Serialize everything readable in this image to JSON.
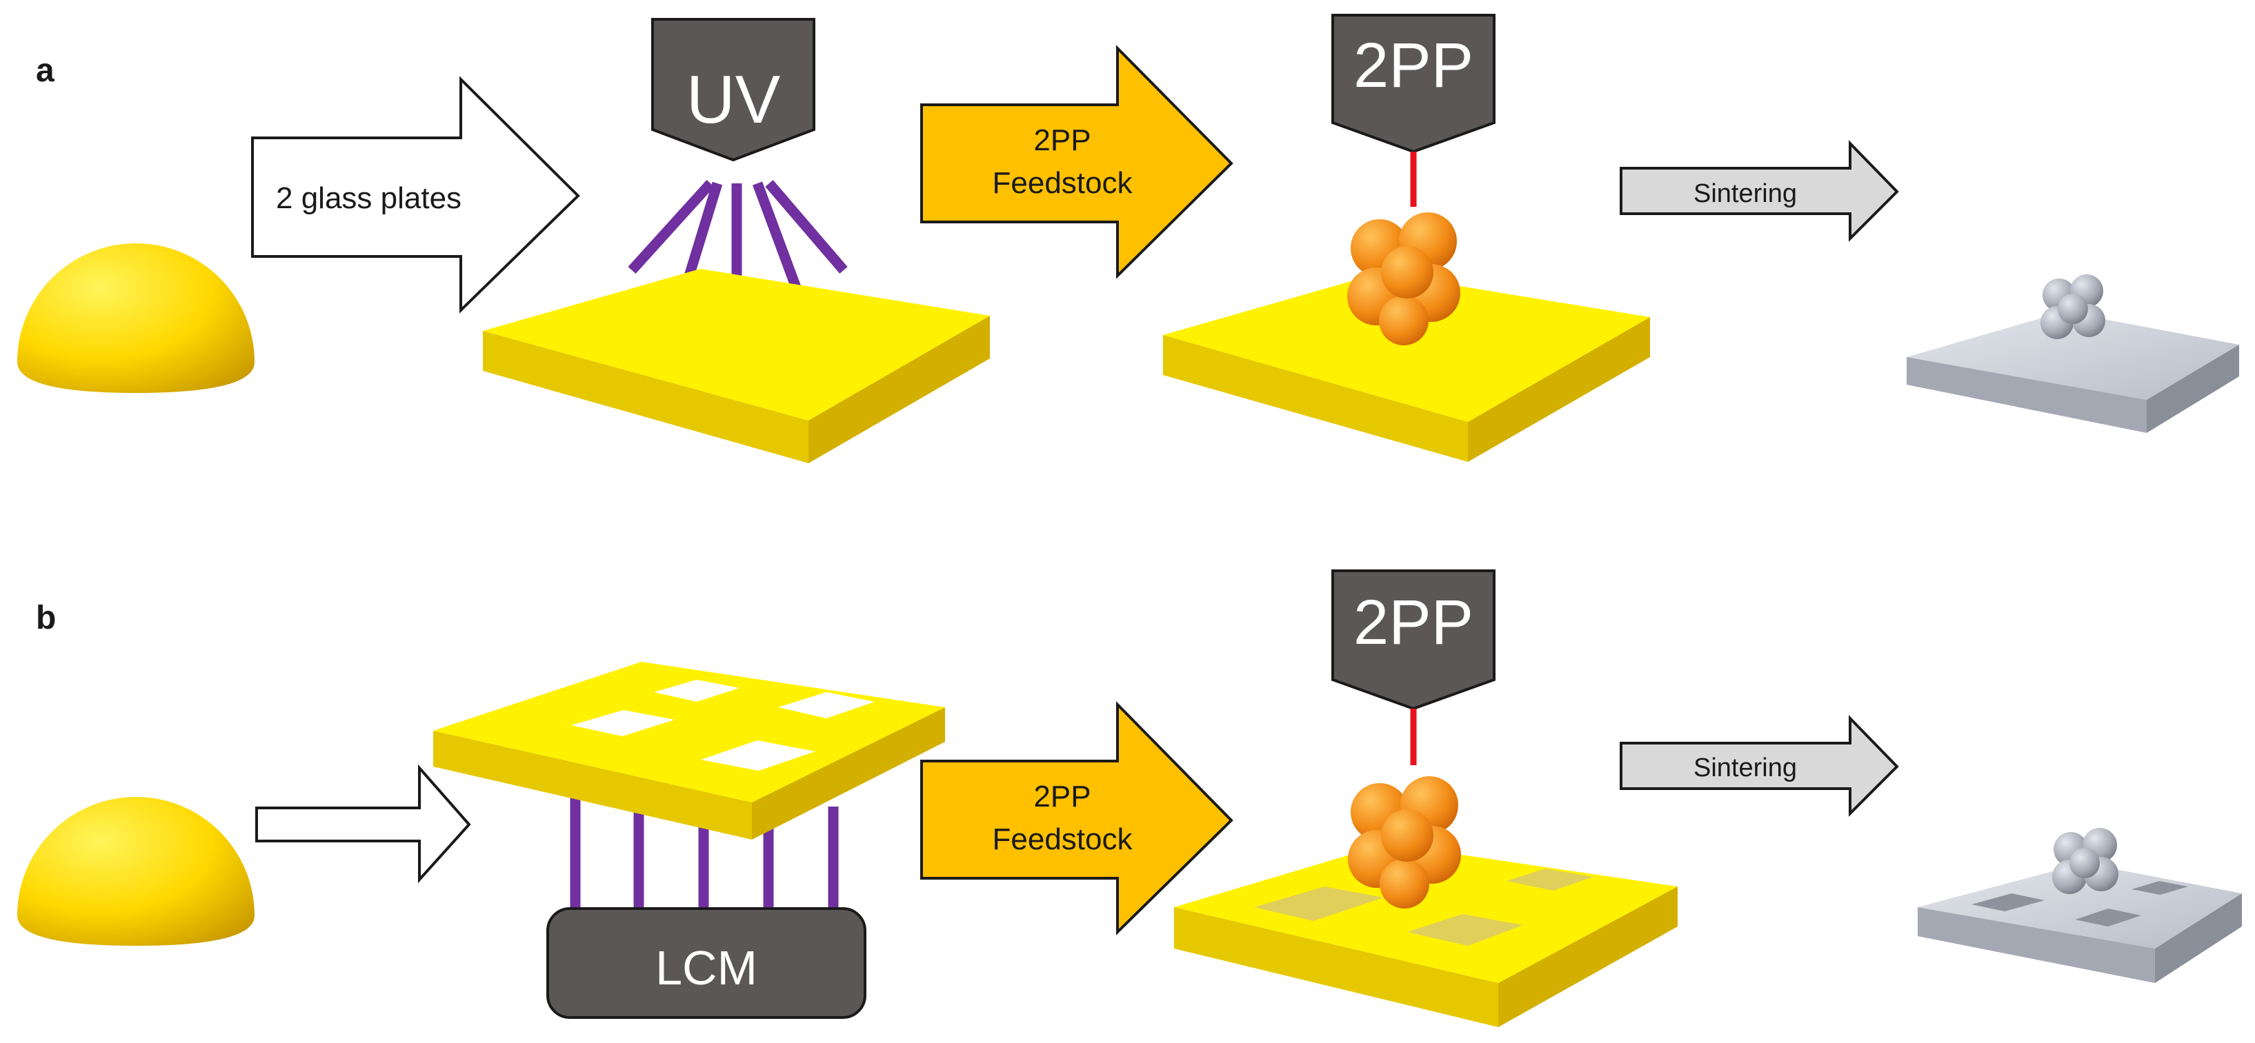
{
  "panels": {
    "a": {
      "letter": "a",
      "arrow1_label": "2 glass plates",
      "exposure_label": "UV",
      "arrow2_label_line1": "2PP",
      "arrow2_label_line2": "Feedstock",
      "printer_label": "2PP",
      "arrow3_label": "Sintering"
    },
    "b": {
      "letter": "b",
      "printer_source_label": "LCM",
      "arrow2_label_line1": "2PP",
      "arrow2_label_line2": "Feedstock",
      "printer_label": "2PP",
      "arrow3_label": "Sintering"
    }
  },
  "colors": {
    "feedstock_yellow": "#ffed00",
    "feedstock_yellow_side": "#e6c800",
    "uv_purple": "#7030a0",
    "laser_red": "#e8121b",
    "device_grey": "#5b5757",
    "arrow_orange": "#ffc000",
    "arrow_grey": "#d9d9d9",
    "part_orange": "#f08a17",
    "sintered_grey": "#c8ccd6"
  }
}
